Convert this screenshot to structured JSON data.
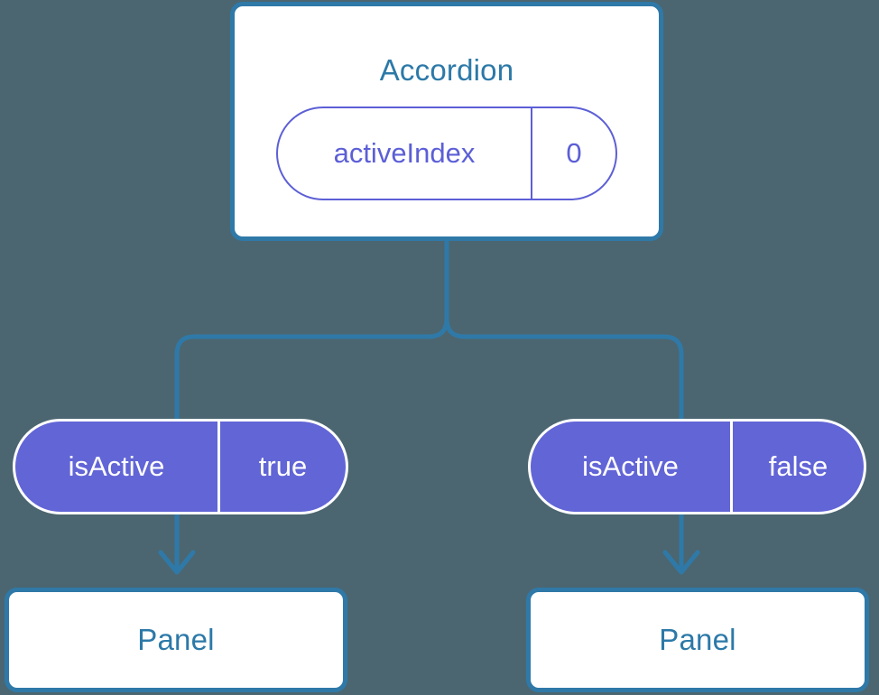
{
  "diagram": {
    "type": "component-tree",
    "background_color": "#4b6670",
    "accent_blue": "#2f79a8",
    "accent_purple": "#6265d6",
    "root": {
      "title": "Accordion",
      "prop": {
        "key": "activeIndex",
        "value": "0"
      }
    },
    "branches": [
      {
        "prop": {
          "key": "isActive",
          "value": "true"
        },
        "child": {
          "title": "Panel"
        }
      },
      {
        "prop": {
          "key": "isActive",
          "value": "false"
        },
        "child": {
          "title": "Panel"
        }
      }
    ]
  }
}
